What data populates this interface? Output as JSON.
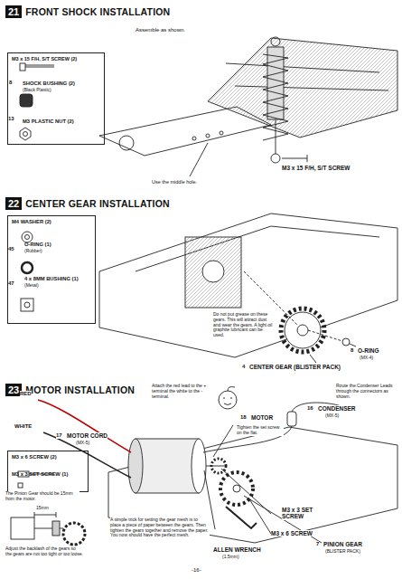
{
  "diagram": {
    "nodes": [
      {
        "text": [
          "21",
          "FRONT SHOCK INSTALLATION"
        ]
      },
      {
        "text": [
          "M3 x 15 F/H, S/T SCREW (2)",
          "SHOCK BUSHING (2)",
          "(Black Plastic)",
          "M3 PLASTIC NUT (2)"
        ]
      },
      {
        "text": [
          "22",
          "CENTER GEAR INSTALLATION"
        ]
      },
      {
        "text": [
          "M4 WASHER (2)",
          "O-RING (1)",
          "(Rubber)",
          "4 x 8MM BUSHING (1)",
          "(Metal)"
        ]
      },
      {
        "text": [
          "23",
          "MOTOR INSTALLATION"
        ]
      },
      {
        "text": [
          "M3 x 6 SCREW (2)",
          "M3 x 3 SET SCREW (1)"
        ]
      }
    ],
    "labels": [
      "Assemble as shown.",
      "8",
      "13",
      "Use the middle hole.",
      "M3 x 15 F/H, S/T SCREW",
      "45",
      "47",
      "Do not put grease on these gears. This will attract dust and wear the gears. A light oil graphite lubricant can be used.",
      "4",
      "CENTER GEAR (BLISTER PACK)",
      "8",
      "O-RING",
      "(MX-4)",
      "RED",
      "WHITE",
      "17",
      "MOTOR CORD",
      "(MX-5)",
      "Attach the red lead to the + terminal the white to the - terminal.",
      "18",
      "MOTOR",
      "Tighten the set screw on the flat.",
      "16",
      "CONDENSER",
      "(MX-5)",
      "Route the Condenser Leads through the connectors as shown.",
      "The Pinion Gear should be 15mm from the motor.",
      "15mm",
      "Adjust the backlash of the gears so the gears are not too tight or too loose.",
      "A simple trick for setting the gear mesh is to place a piece of paper between the gears. Then tighten the gears together and remove the paper. You now should have the perfect mesh.",
      "M3 x 6 SCREW",
      "M3 x 3 SET SCREW",
      "7",
      "PINION GEAR",
      "(BLISTER PACK)",
      "ALLEN WRENCH",
      "(1.5mm)",
      "-16-"
    ]
  }
}
